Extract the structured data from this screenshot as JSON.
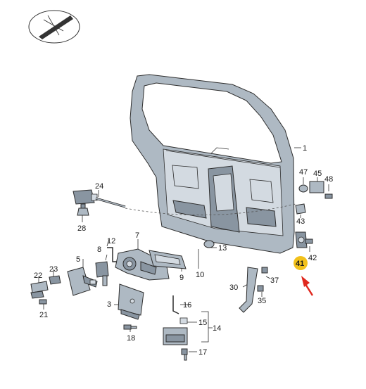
{
  "highlight_color": "#f2c11b",
  "arrow_color": "#e0281e",
  "labels": {
    "l1": "1",
    "l3": "3",
    "l5": "5",
    "l7": "7",
    "l8": "8",
    "l9": "9",
    "l10": "10",
    "l12": "12",
    "l13": "13",
    "l14": "14",
    "l15": "15",
    "l16": "16",
    "l17": "17",
    "l18": "18",
    "l21": "21",
    "l22": "22",
    "l23": "23",
    "l24": "24",
    "l28": "28",
    "l30": "30",
    "l35": "35",
    "l37": "37",
    "l41": "41",
    "l42": "42",
    "l43": "43",
    "l45": "45",
    "l47": "47",
    "l48": "48"
  }
}
